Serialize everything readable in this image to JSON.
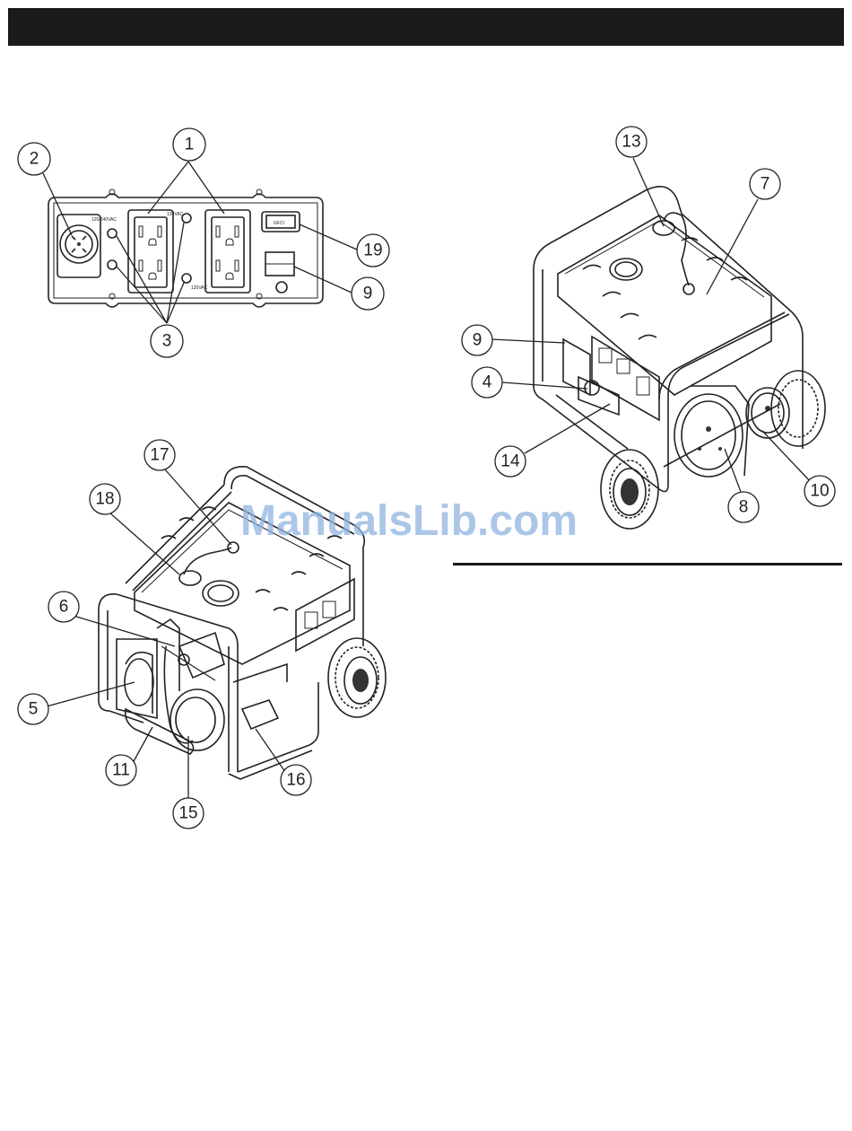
{
  "header": {
    "text": ""
  },
  "watermark": "ManualsLib.com",
  "panel": {
    "label_120_240": "120/240VAC",
    "label_120_a": "120VAC",
    "label_120_b": "120VAC",
    "label_gfci": "GFCI"
  },
  "callouts": {
    "c1": "1",
    "c2": "2",
    "c3": "3",
    "c4": "4",
    "c5": "5",
    "c6": "6",
    "c7": "7",
    "c8": "8",
    "c9a": "9",
    "c9b": "9",
    "c10": "10",
    "c11": "11",
    "c13": "13",
    "c14": "14",
    "c15": "15",
    "c16": "16",
    "c17": "17",
    "c18": "18",
    "c19": "19"
  }
}
